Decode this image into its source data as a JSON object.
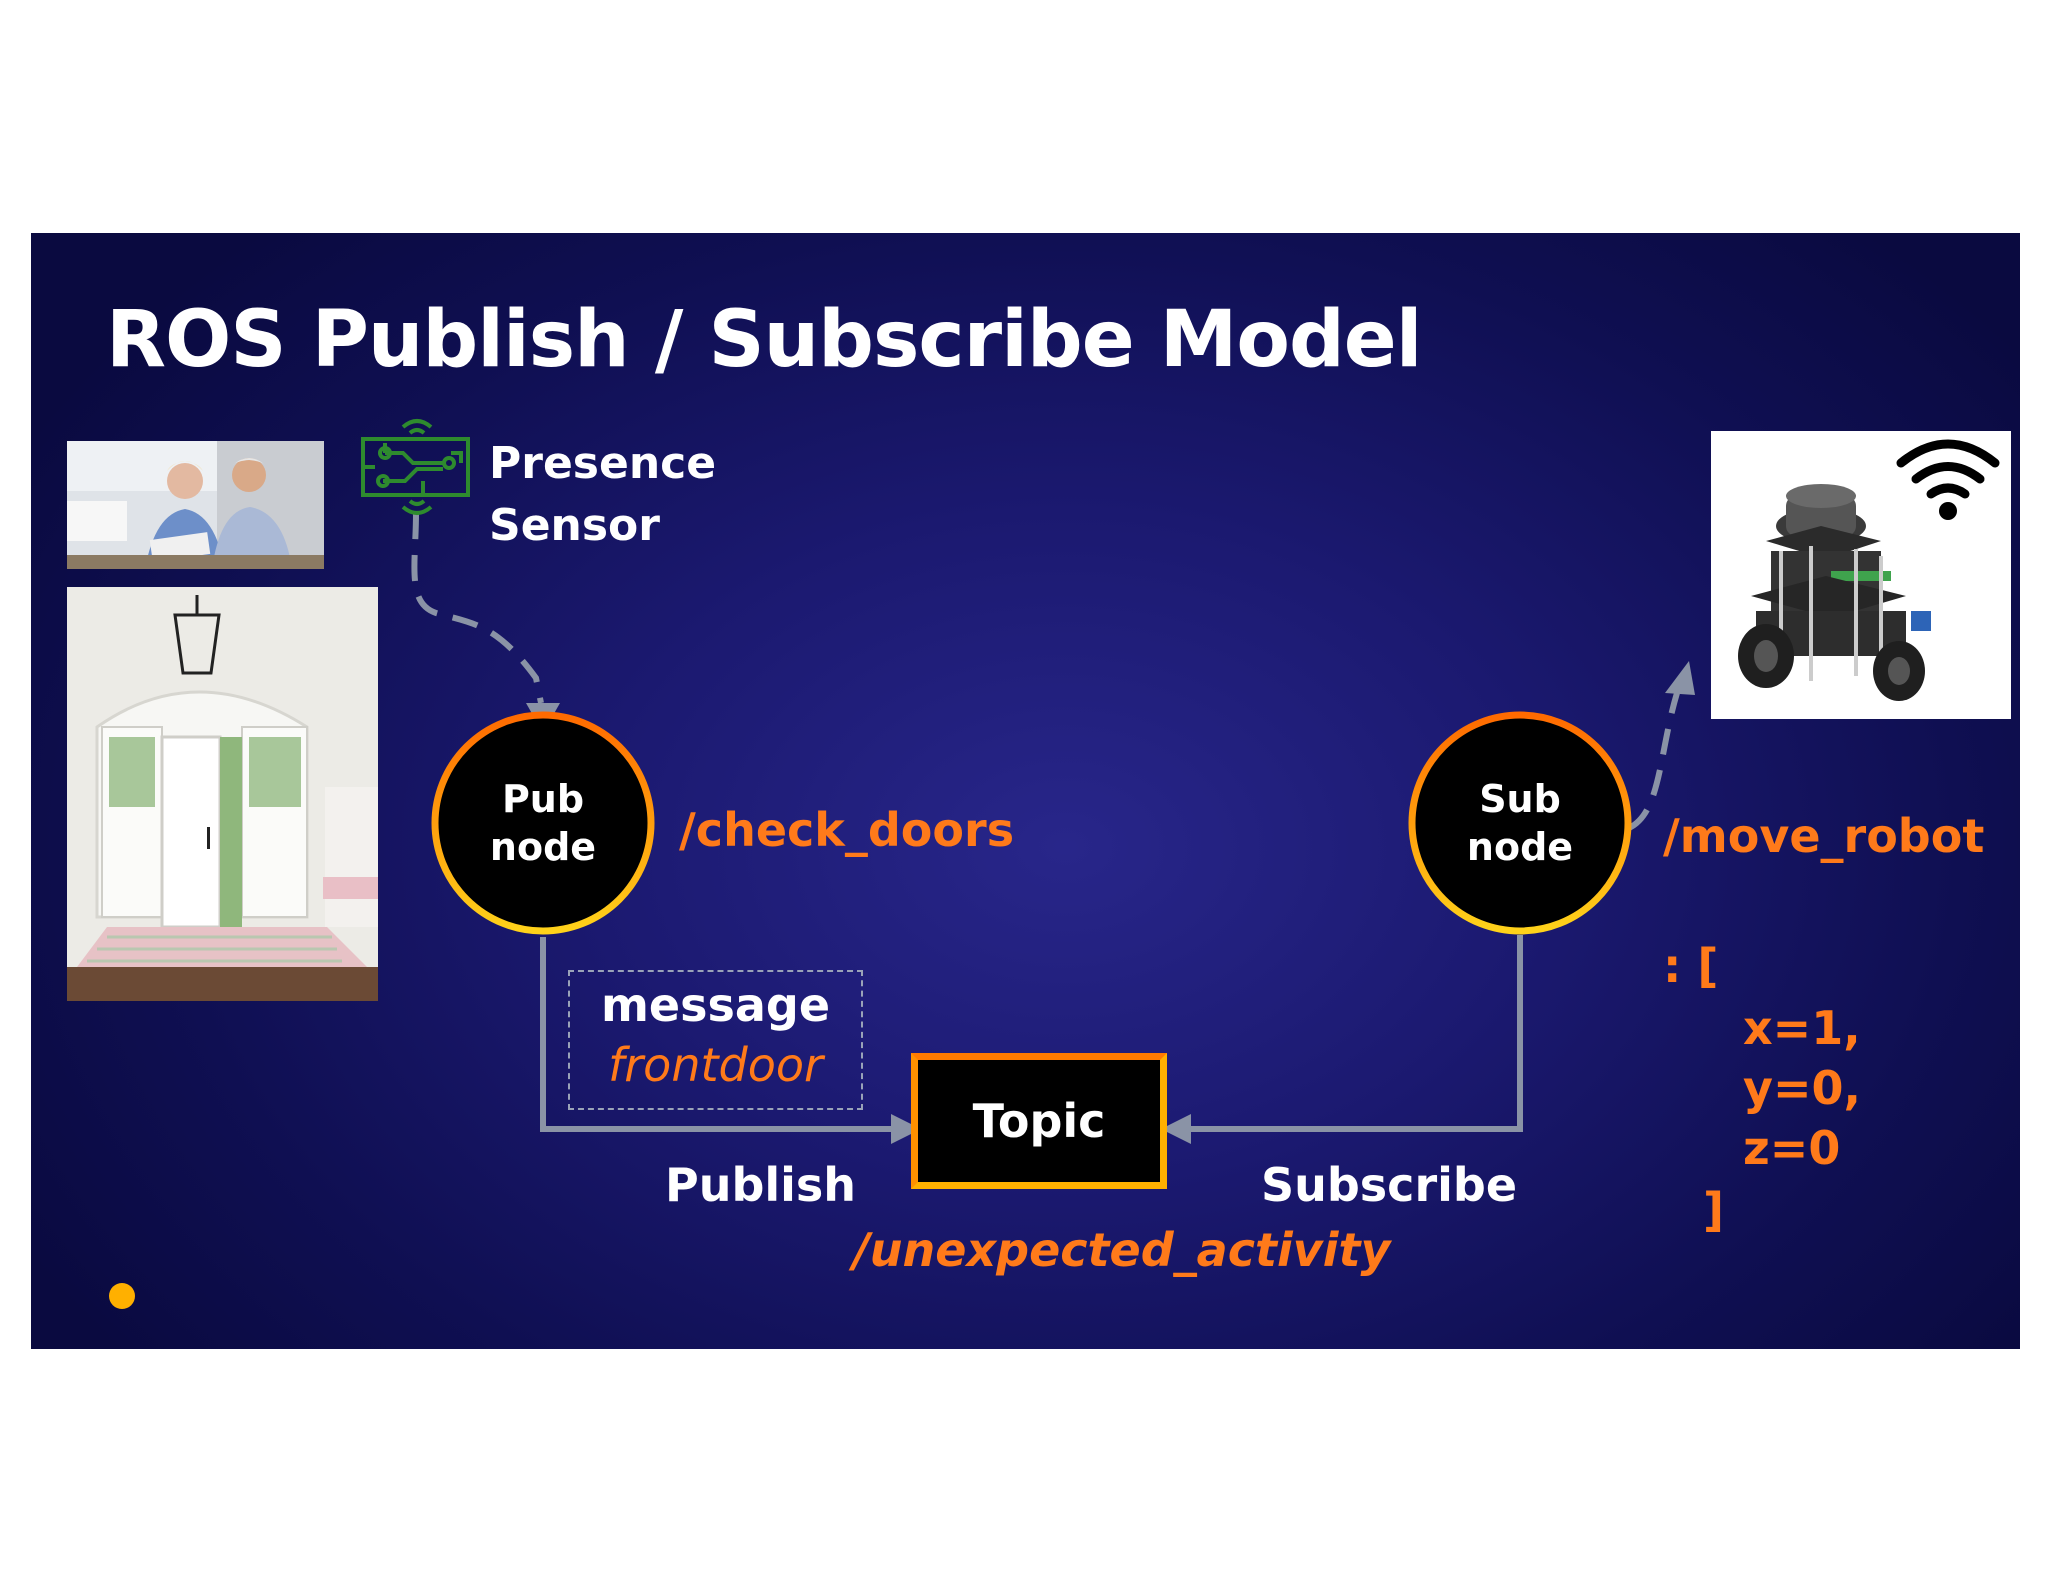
{
  "title": "ROS Publish / Subscribe Model",
  "sensor": {
    "label_line1": "Presence",
    "label_line2": "Sensor",
    "icon": "circuit-board-icon"
  },
  "pub_node": {
    "line1": "Pub",
    "line2": "node",
    "topic_name": "/check_doors"
  },
  "sub_node": {
    "line1": "Sub",
    "line2": "node",
    "topic_name": "/move_robot"
  },
  "message": {
    "label": "message",
    "value": "frontdoor"
  },
  "topic": {
    "label": "Topic",
    "name": "/unexpected_activity"
  },
  "edges": {
    "publish": "Publish",
    "subscribe": "Subscribe"
  },
  "payload": {
    "open": ": [",
    "x": "x=1,",
    "y": "y=0,",
    "z": "z=0",
    "close": "]"
  },
  "colors": {
    "accent_orange": "#ff7a1a",
    "accent_yellow": "#ffb000",
    "sensor_green": "#2e8b2e",
    "connector_gray": "#8a93a6"
  }
}
